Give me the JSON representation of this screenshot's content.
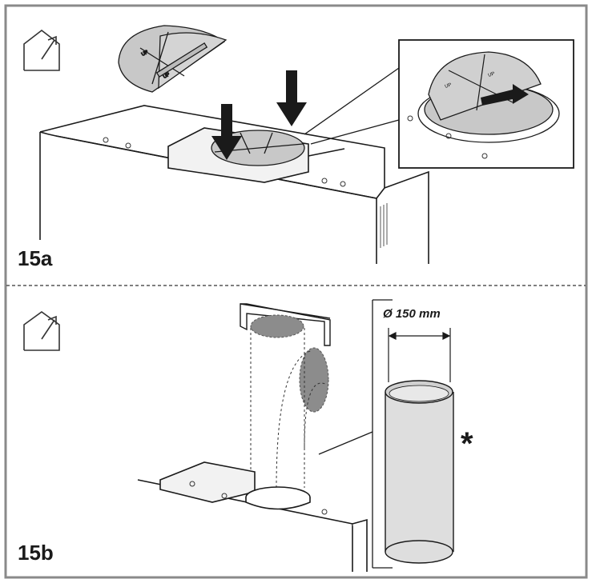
{
  "panels": [
    {
      "id": "top",
      "step_label": "15a"
    },
    {
      "id": "bottom",
      "step_label": "15b"
    }
  ],
  "filter_text": {
    "up": "UP",
    "up_arrow_text": "UP↑"
  },
  "pipe": {
    "diameter_label": "Ø 150 mm",
    "optional_mark": "*"
  },
  "icons": [
    "house-exhaust-icon",
    "house-exhaust-icon"
  ],
  "colors": {
    "outline": "#1a1a1a",
    "frame": "#8a8a8a",
    "filter_fill": "#c8c8c8",
    "hole_fill": "#8c8c8c",
    "pipe_fill": "#dedede"
  }
}
